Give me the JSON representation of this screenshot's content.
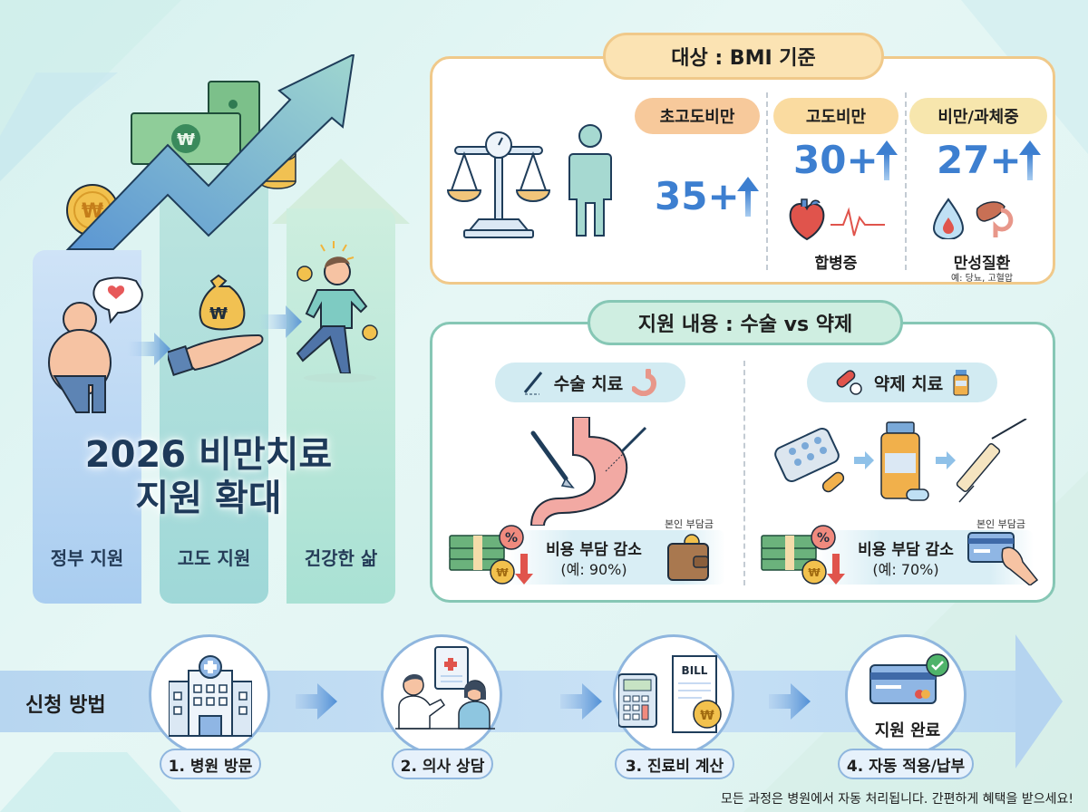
{
  "hero": {
    "title_line1": "2026 비만치료",
    "title_line2": "지원 확대",
    "columns": [
      {
        "label": "정부 지원"
      },
      {
        "label": "고도 지원"
      },
      {
        "label": "건강한 삶"
      }
    ],
    "currency_symbol": "₩"
  },
  "target_panel": {
    "header": "대상 : BMI 기준",
    "categories": [
      {
        "label": "초고도비만",
        "bmi": "35+",
        "color": "#f7c99b"
      },
      {
        "label": "고도비만",
        "bmi": "30+",
        "color": "#fadba0",
        "note": "합병증"
      },
      {
        "label": "비만/과체중",
        "bmi": "27+",
        "color": "#f7e6ad",
        "note": "만성질환",
        "subnote": "예: 당뇨, 고혈압"
      }
    ]
  },
  "support_panel": {
    "header": "지원 내용 : 수술 vs 약제",
    "surgery": {
      "label": "수술 치료",
      "cost_title": "비용 부담 감소",
      "cost_example": "(예: 90%)",
      "out_of_pocket": "본인 부담금"
    },
    "drug": {
      "label": "약제 치료",
      "cost_title": "비용 부담 감소",
      "cost_example": "(예: 70%)",
      "out_of_pocket": "본인 부담금"
    }
  },
  "process": {
    "title": "신청 방법",
    "steps": [
      {
        "label": "1. 병원 방문",
        "icon": "hospital-icon"
      },
      {
        "label": "2. 의사 상담",
        "icon": "doctor-consult-icon"
      },
      {
        "label": "3. 진료비 계산",
        "icon": "bill-calculator-icon",
        "bill_text": "BILL"
      },
      {
        "label": "4. 자동 적용/납부",
        "icon": "card-check-icon",
        "inner_text": "지원 완료"
      }
    ],
    "footnote": "모든 과정은 병원에서 자동 처리됩니다. 간편하게 혜택을 받으세요!"
  },
  "colors": {
    "accent_blue": "#3d7fd0",
    "panel1_border": "#f0c98a",
    "panel2_border": "#86c7b5",
    "step_border": "#8fb6de"
  }
}
